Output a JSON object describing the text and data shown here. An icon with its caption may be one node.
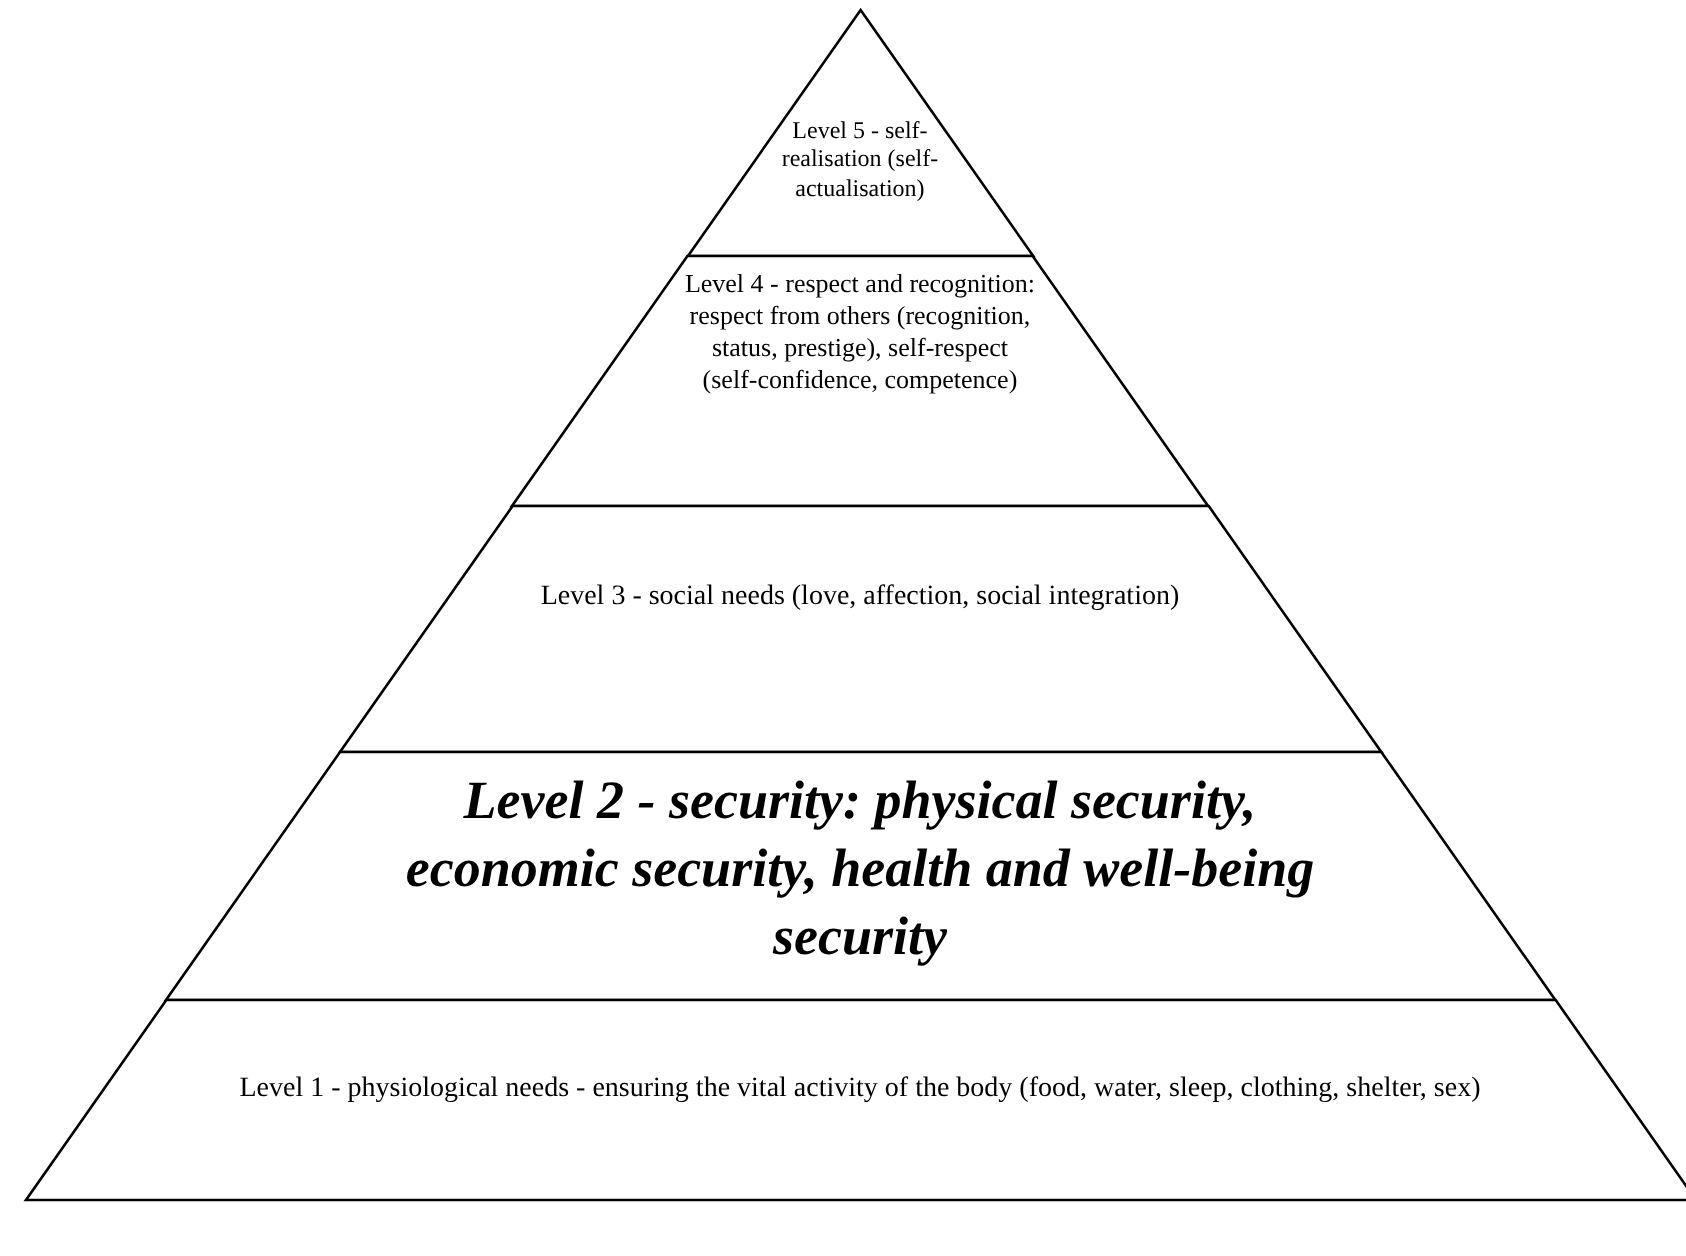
{
  "diagram": {
    "nodes": [
      {
        "text": [
          "Level 5 - self-realisation (self-actualisation)"
        ]
      },
      {
        "text": [
          "Level 4 - respect and recognition: respect from others (recognition, status, prestige), self-respect (self-confidence, competence)"
        ]
      },
      {
        "text": [
          "Level 3 - social needs (love, affection, social integration)"
        ]
      },
      {
        "text": [
          "Level 2 - security: physical security, economic security, health and well-being security"
        ]
      },
      {
        "text": [
          "Level 1 - physiological needs - ensuring the vital activity of the body (food, water, sleep, clothing, shelter, sex)"
        ]
      }
    ]
  }
}
